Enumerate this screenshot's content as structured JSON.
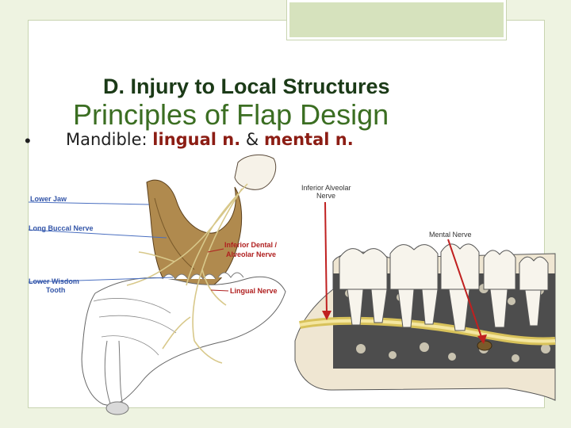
{
  "slide": {
    "subtitle": "D. Injury to Local Structures",
    "title": "Principles of Flap Design",
    "bullet": {
      "prefix": "Mandible: ",
      "term1": "lingual n.",
      "connector": " & ",
      "term2": "mental n."
    }
  },
  "left_figure": {
    "labels": {
      "lower_jaw": "Lower Jaw",
      "long_buccal": "Long Buccal Nerve",
      "lower_wisdom_1": "Lower Wisdom",
      "lower_wisdom_2": "Tooth",
      "inferior_dental_1": "Inferior Dental /",
      "inferior_dental_2": "Alveolar Nerve",
      "lingual_nerve": "Lingual Nerve"
    }
  },
  "right_figure": {
    "labels": {
      "inferior_alveolar_1": "Inferior Alveolar",
      "inferior_alveolar_2": "Nerve",
      "mental_nerve": "Mental Nerve"
    }
  },
  "colors": {
    "background": "#eef3e1",
    "accent_green": "#3b6e22",
    "accent_red": "#8c1d14",
    "label_blue": "#3355a8",
    "label_red": "#b02020"
  }
}
